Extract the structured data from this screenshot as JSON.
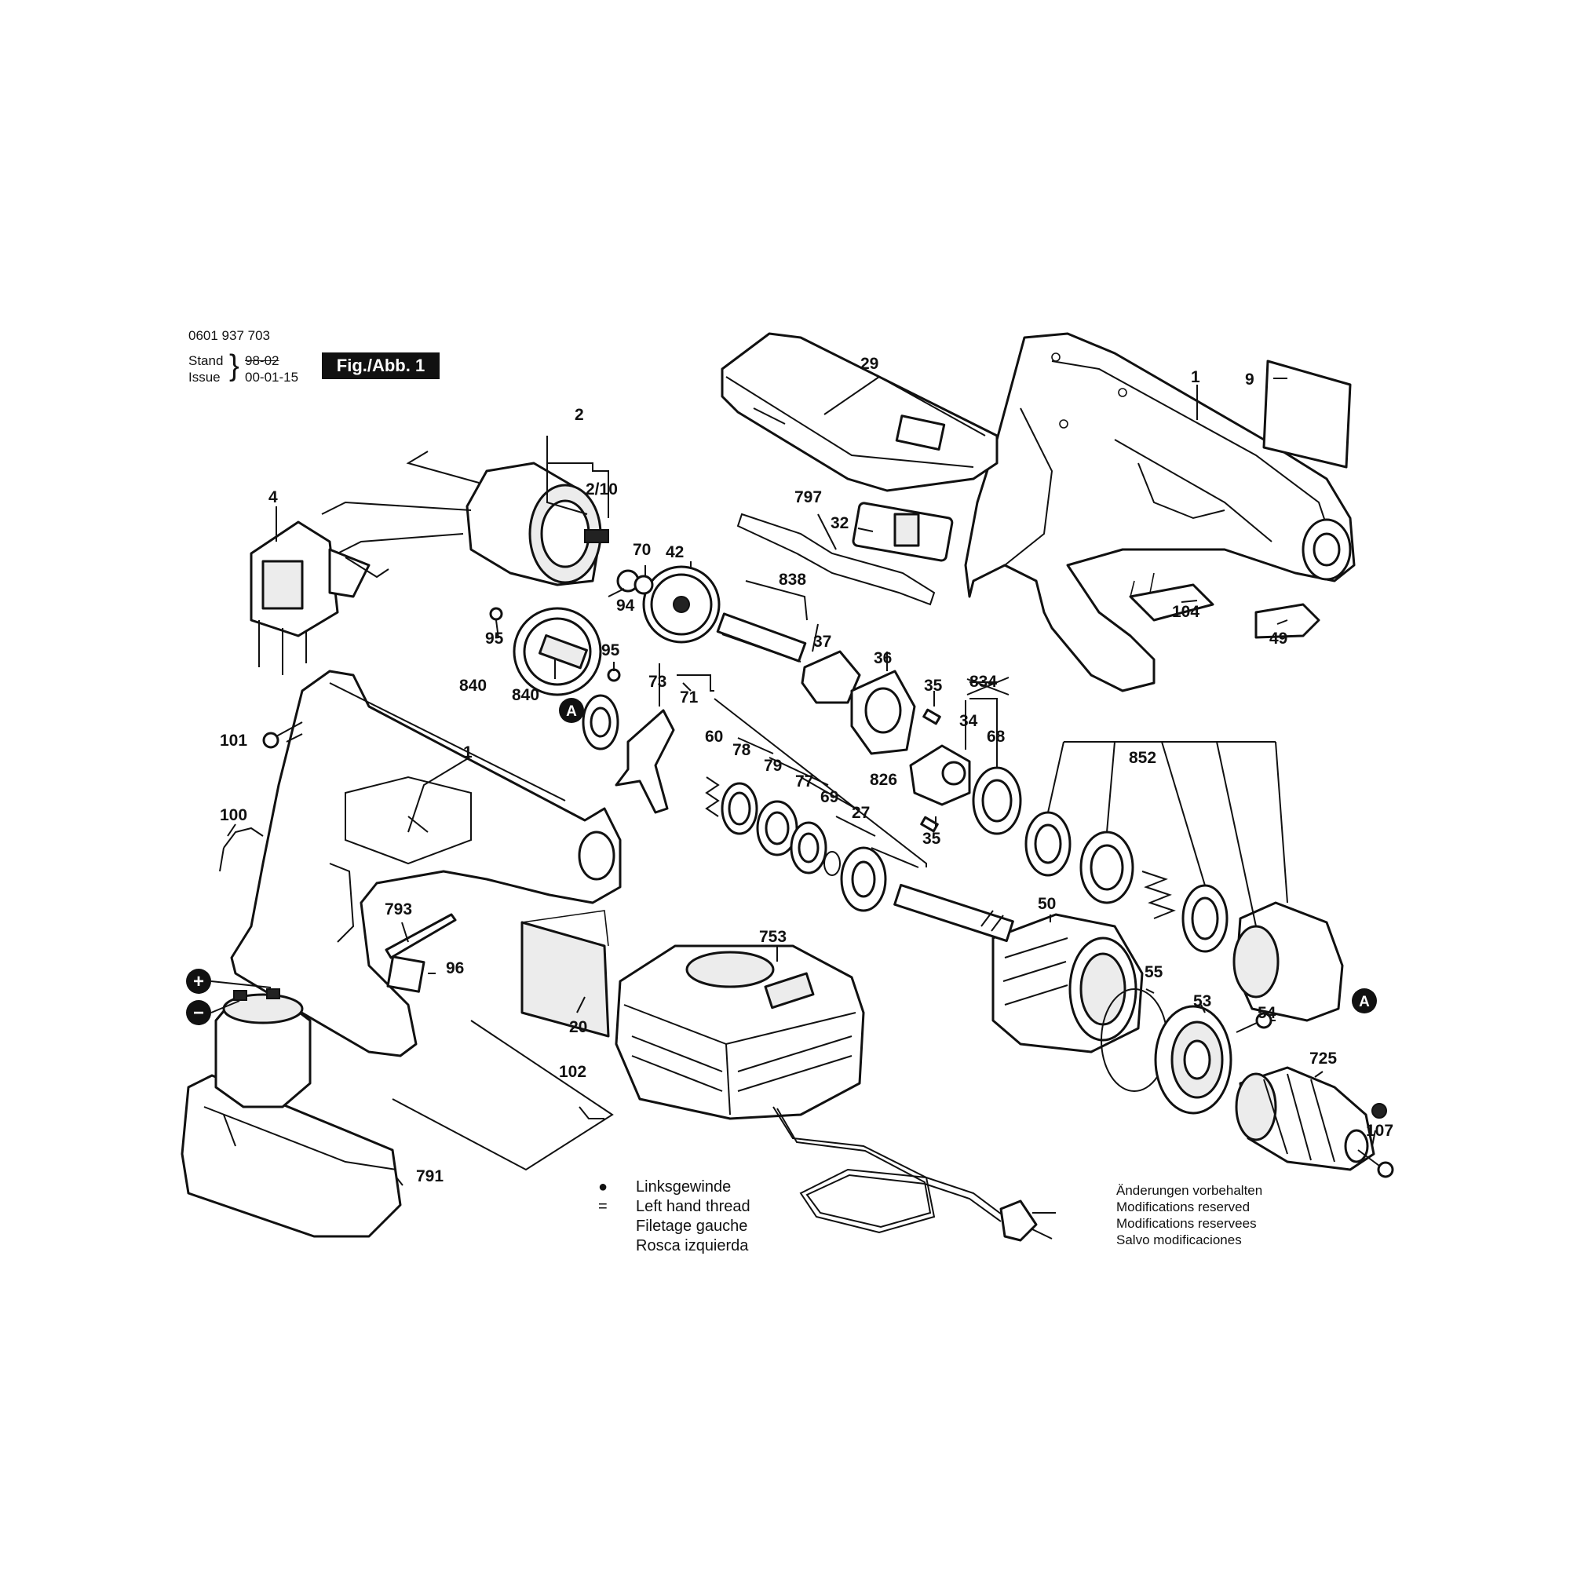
{
  "header": {
    "part_number": "0601 937 703",
    "stand_label": "Stand",
    "issue_label": "Issue",
    "old_date": "98-02",
    "new_date": "00-01-15",
    "figure_label": "Fig./Abb. 1"
  },
  "callouts": {
    "c29": "29",
    "c1a": "1",
    "c9": "9",
    "c2": "2",
    "c210": "2/10",
    "c4": "4",
    "c797": "797",
    "c32": "32",
    "c70": "70",
    "c42": "42",
    "c94": "94",
    "c95a": "95",
    "c95b": "95",
    "c838": "838",
    "c37": "37",
    "c104": "104",
    "c49": "49",
    "c840a": "840",
    "c840b": "840",
    "c73": "73",
    "c71": "71",
    "c36": "36",
    "c35a": "35",
    "c834": "834",
    "c34": "34",
    "c68": "68",
    "c101": "101",
    "c60": "60",
    "c78": "78",
    "c79": "79",
    "c77": "77",
    "c69": "69",
    "c27": "27",
    "c826": "826",
    "c35b": "35",
    "c852": "852",
    "c1b": "1",
    "c100": "100",
    "c793": "793",
    "c96": "96",
    "c753": "753",
    "c50": "50",
    "c55": "55",
    "c53": "53",
    "c54": "54",
    "c20": "20",
    "c725": "725",
    "c102": "102",
    "c107": "107",
    "c791": "791",
    "markerA1": "A",
    "markerA2": "A",
    "plus": "+",
    "minus": "−"
  },
  "left_thread_note": {
    "bullet": "● =",
    "lines": [
      "Linksgewinde",
      "Left hand thread",
      "Filetage gauche",
      "Rosca izquierda"
    ]
  },
  "modifications_note": {
    "lines": [
      "Änderungen vorbehalten",
      "Modifications reserved",
      "Modifications reservees",
      "Salvo modificaciones"
    ]
  }
}
